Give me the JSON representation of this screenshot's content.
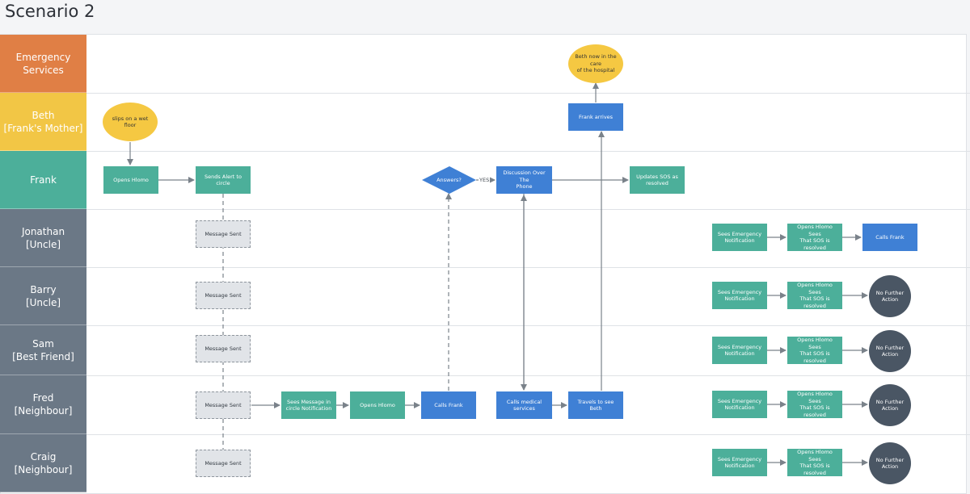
{
  "title": "Scenario 2",
  "lanes": [
    {
      "label": "Emergency\nServices",
      "color": "#e07f45"
    },
    {
      "label": "Beth\n[Frank's Mother]",
      "color": "#f2c645"
    },
    {
      "label": "Frank",
      "color": "#4caf9a"
    },
    {
      "label": "Jonathan\n[Uncle]",
      "color": "#6b7886"
    },
    {
      "label": "Barry\n[Uncle]",
      "color": "#6b7886"
    },
    {
      "label": "Sam\n[Best Friend]",
      "color": "#6b7886"
    },
    {
      "label": "Fred\n[Neighbour]",
      "color": "#6b7886"
    },
    {
      "label": "Craig\n[Neighbour]",
      "color": "#6b7886"
    }
  ],
  "nodes": {
    "beth_hospital": "Beth now in the care\nof the hospital",
    "slips": "slips on a wet floor",
    "frank_arrives": "Frank arrives",
    "opens_hlomo": "Opens Hlomo",
    "sends_alert": "Sends Alert to circle",
    "answers": "Answers?",
    "discussion": "Discussion Over The\nPhone",
    "updates_sos": "Updates SOS as\nresolved",
    "msg_jonathan": "Message Sent",
    "msg_barry": "Message Sent",
    "msg_sam": "Message Sent",
    "msg_fred": "Message Sent",
    "msg_craig": "Message Sent",
    "fred_sees_msg": "Sees Message in\ncircle Notification",
    "fred_opens": "Opens Hlomo",
    "fred_calls_frank": "Calls Frank",
    "calls_medical": "Calls medical\nservices",
    "travels": "Travels to see Beth",
    "j_sees": "Sees Emergency\nNotification",
    "j_opens": "Opens Hlomo Sees\nThat SOS is resolved",
    "j_calls": "Calls Frank",
    "b_sees": "Sees Emergency\nNotification",
    "b_opens": "Opens Hlomo Sees\nThat SOS is resolved",
    "b_nfa": "No Further\nAction",
    "s_sees": "Sees Emergency\nNotification",
    "s_opens": "Opens Hlomo Sees\nThat SOS is resolved",
    "s_nfa": "No Further\nAction",
    "f_sees": "Sees Emergency\nNotification",
    "f_opens": "Opens Hlomo Sees\nThat SOS is resolved",
    "f_nfa": "No Further\nAction",
    "c_sees": "Sees Emergency\nNotification",
    "c_opens": "Opens Hlomo Sees\nThat SOS is resolved",
    "c_nfa": "No Further\nAction"
  },
  "edge_labels": {
    "yes": "YES"
  },
  "colors": {
    "green": "#4caf9a",
    "blue": "#3f80d5",
    "gray": "#e1e4e8",
    "yellow": "#f5c842",
    "dark": "#4a5664",
    "line": "#7a828a"
  }
}
